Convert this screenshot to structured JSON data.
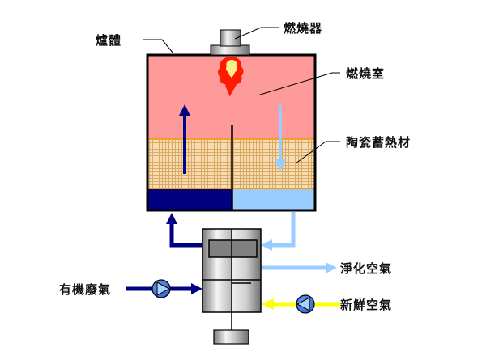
{
  "diagram": {
    "title": "RTO regenerative thermal oxidizer schematic",
    "labels": {
      "furnace_body": "爐體",
      "burner": "燃燒器",
      "combustion_chamber": "燃燒室",
      "ceramic_media": "陶瓷蓄熱材",
      "organic_exhaust": "有機廢氣",
      "clean_air": "淨化空氣",
      "fresh_air": "新鮮空氣"
    },
    "colors": {
      "chamber_pink": "#ff9a9a",
      "media_tan": "#f6dcb0",
      "media_grid": "#d7a860",
      "media_border": "#ff9900",
      "navy_flow": "#000080",
      "light_blue_flow": "#99ccff",
      "fresh_air_yellow": "#ffff00",
      "pump_blue": "#3c78e0",
      "outline": "#000000"
    }
  }
}
